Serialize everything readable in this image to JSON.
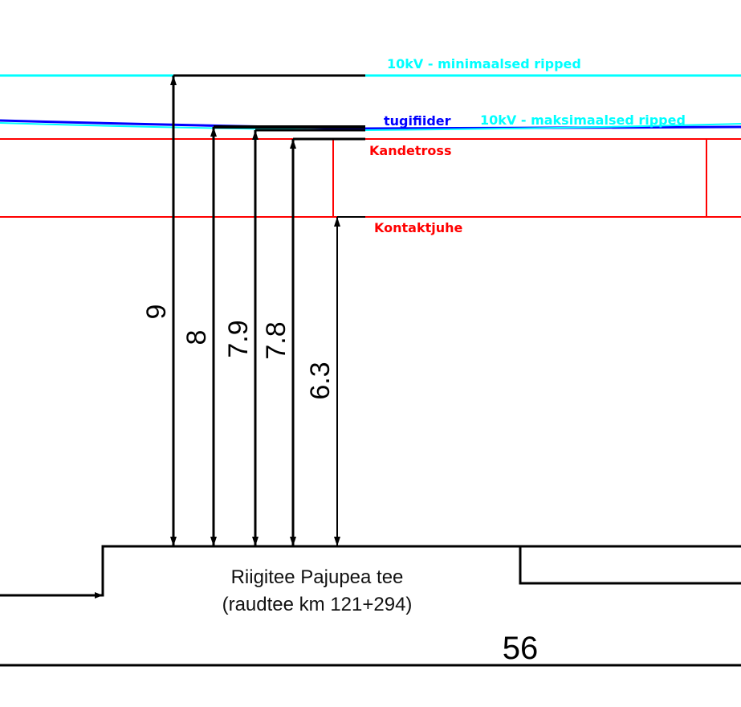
{
  "colors": {
    "cyan": "#00ffff",
    "blue": "#0000ff",
    "red": "#ff0000",
    "black": "#000000"
  },
  "labels": {
    "min_sag": "10kV - minimaalsed ripped",
    "max_sag": "10kV - maksimaalsed ripped",
    "feeder": "tugifiider",
    "catenary": "Kandetross",
    "contact_wire": "Kontaktjuhe"
  },
  "dimensions": {
    "d1": "9",
    "d2": "8",
    "d3": "7.9",
    "d4": "7.8",
    "d5": "6.3"
  },
  "road": {
    "line1": "Riigitee Pajupea tee",
    "line2": "(raudtee km 121+294)"
  },
  "span": "56"
}
